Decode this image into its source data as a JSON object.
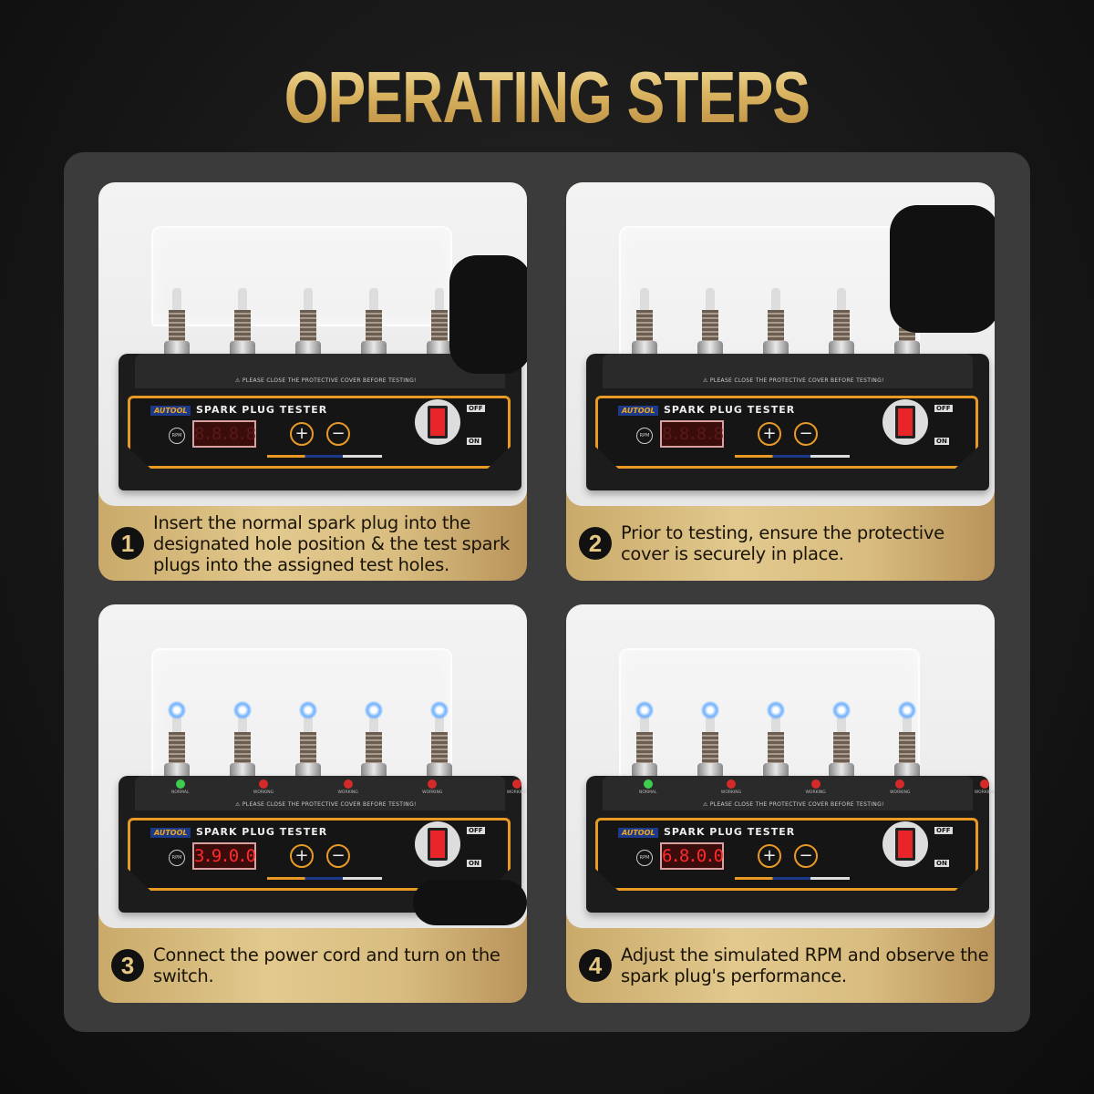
{
  "title": "OPERATING STEPS",
  "device": {
    "brand": "AUTOOL",
    "product": "SPARK PLUG TESTER",
    "rpm_label": "RPM",
    "off_label": "OFF",
    "on_label": "ON",
    "plus": "+",
    "minus": "−",
    "warning": "⚠ PLEASE CLOSE THE PROTECTIVE COVER BEFORE TESTING!",
    "led_labels": [
      "NORMAL",
      "WORKING",
      "WORKING",
      "WORKING",
      "WORKING"
    ]
  },
  "colors": {
    "gold": "#d9b461",
    "accent_orange": "#e89a24",
    "panel": "#3b3b3b",
    "display_red": "#ff2a2a"
  },
  "steps": [
    {
      "number": "1",
      "text": "Insert the normal spark plug into the designated hole position & the test spark plugs into the assigned test holes.",
      "display": "8.8.8.8",
      "powered": false
    },
    {
      "number": "2",
      "text": "Prior to testing, ensure the protective cover is securely in place.",
      "display": "8.8.8.8",
      "powered": false
    },
    {
      "number": "3",
      "text": "Connect the power cord and turn on the switch.",
      "display": "3.9.0.0",
      "powered": true
    },
    {
      "number": "4",
      "text": "Adjust the simulated RPM and observe the spark plug's performance.",
      "display": "6.8.0.0",
      "powered": true
    }
  ]
}
